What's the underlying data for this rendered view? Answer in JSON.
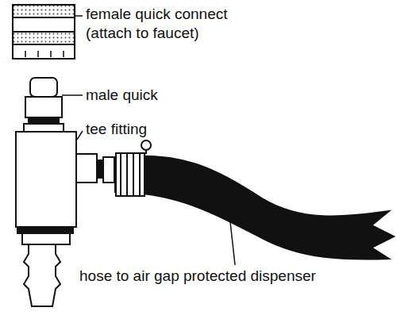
{
  "diagram": {
    "labels": [
      "female quick connect (attach to faucet)",
      "male quick",
      "tee fitting",
      "hose to air gap protected dispenser"
    ]
  }
}
